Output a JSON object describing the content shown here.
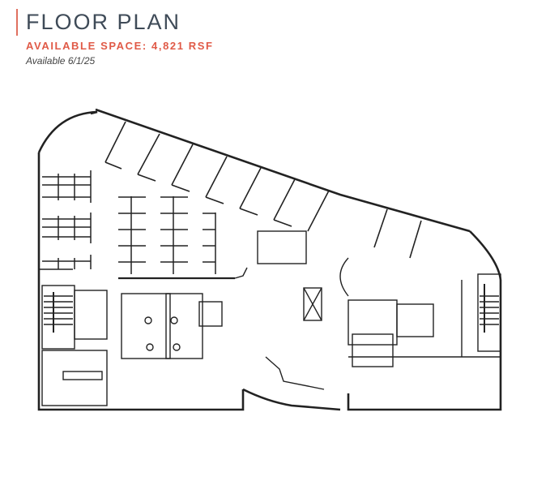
{
  "header": {
    "title": "FLOOR PLAN",
    "available_space": "AVAILABLE SPACE: 4,821 RSF",
    "availability_date": "Available 6/1/25",
    "accent_color": "#e05a47",
    "title_color": "#3f4b58"
  },
  "floor_plan": {
    "description": "Scanned architectural floor plan drawing with offices along angled perimeter wall, open workstation areas, restrooms, two stairwells, elevators, reception and conference areas",
    "line_color": "#222222"
  }
}
